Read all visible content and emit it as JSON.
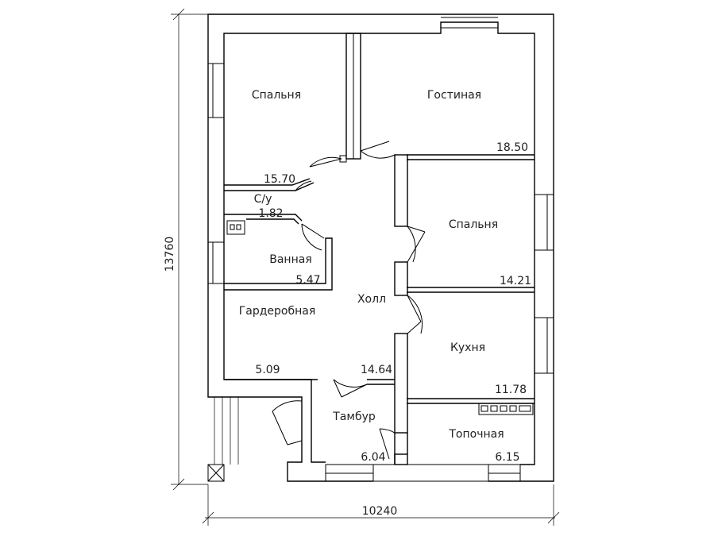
{
  "dimensions": {
    "width": "10240",
    "height": "13760"
  },
  "rooms": [
    {
      "name": "Спальня",
      "area": "15.70"
    },
    {
      "name": "Гостиная",
      "area": "18.50"
    },
    {
      "name": "С/у",
      "area": "1.82"
    },
    {
      "name": "Спальня",
      "area": "14.21"
    },
    {
      "name": "Ванная",
      "area": "5.47"
    },
    {
      "name": "Холл",
      "area": ""
    },
    {
      "name": "Гардеробная",
      "area": "5.09"
    },
    {
      "name": "",
      "area": "14.64"
    },
    {
      "name": "Кухня",
      "area": "11.78"
    },
    {
      "name": "Тамбур",
      "area": "6.04"
    },
    {
      "name": "Топочная",
      "area": "6.15"
    }
  ]
}
